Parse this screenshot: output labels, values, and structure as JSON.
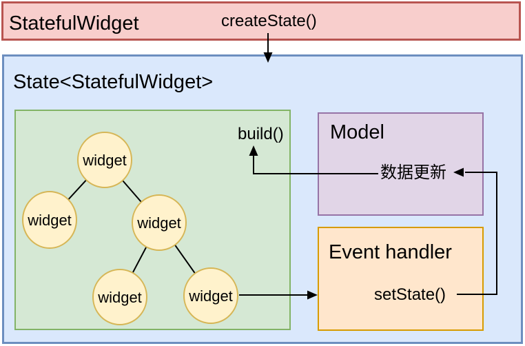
{
  "stateful_widget": {
    "title": "StatefulWidget",
    "create_state_label": "createState()"
  },
  "state": {
    "title": "State<StatefulWidget>",
    "tree": {
      "nodes": [
        "widget",
        "widget",
        "widget",
        "widget",
        "widget"
      ],
      "build_label": "build()"
    },
    "model": {
      "title": "Model",
      "data_update_label": "数据更新"
    },
    "event_handler": {
      "title": "Event handler",
      "set_state_label": "setState()"
    }
  },
  "colors": {
    "stateful_widget_fill": "#f8cecc",
    "stateful_widget_border": "#b85450",
    "state_fill": "#dae8fc",
    "state_border": "#6c8ebf",
    "widget_tree_fill": "#d5e8d4",
    "widget_tree_border": "#82b366",
    "widget_node_fill": "#fff2cc",
    "widget_node_border": "#d6b656",
    "model_fill": "#e1d5e7",
    "model_border": "#9673a6",
    "event_handler_fill": "#ffe6cc",
    "event_handler_border": "#d79b00",
    "arrow": "#000000",
    "text": "#000000"
  }
}
